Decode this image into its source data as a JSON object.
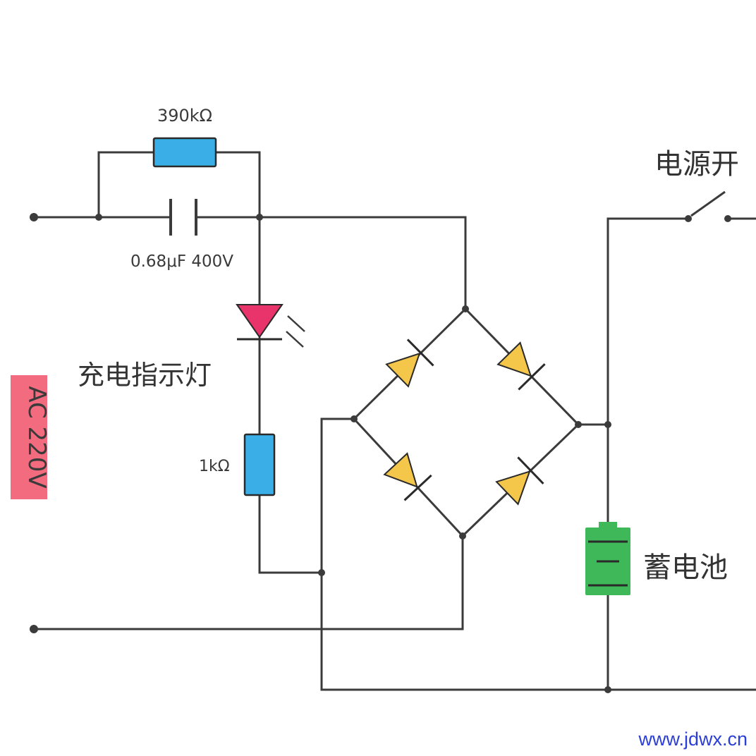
{
  "diagram": {
    "labels": {
      "resistor_top": "390kΩ",
      "capacitor": "0.68μF 400V",
      "led": "充电指示灯",
      "resistor_mid": "1kΩ",
      "switch": "电源开",
      "battery": "蓄电池",
      "ac_source": "AC 220V"
    },
    "watermark": "www.jdwx.cn"
  },
  "colors": {
    "wire": "#3b3b3b",
    "resistor": "#3aaee6",
    "led": "#e8336b",
    "diode": "#f4c64a",
    "battery": "#3fb85a",
    "ac_badge": "#f26b7f",
    "watermark": "#2b3fd6"
  }
}
